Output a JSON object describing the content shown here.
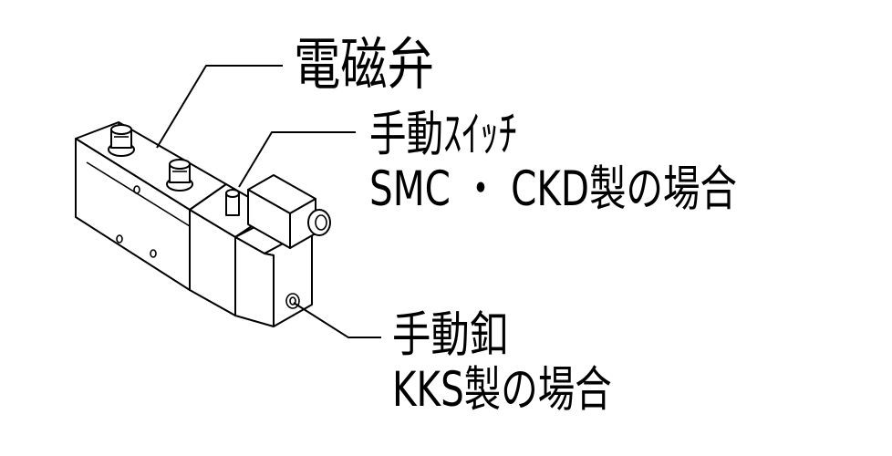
{
  "labels": {
    "solenoid_valve": "電磁弁",
    "manual_switch": "手動ｽｲｯﾁ",
    "manual_switch_maker": "SMC ・ CKD製の場合",
    "manual_pin": "手動釦",
    "manual_pin_maker": "KKS製の場合"
  },
  "colors": {
    "line": "#000000",
    "background": "#ffffff"
  }
}
